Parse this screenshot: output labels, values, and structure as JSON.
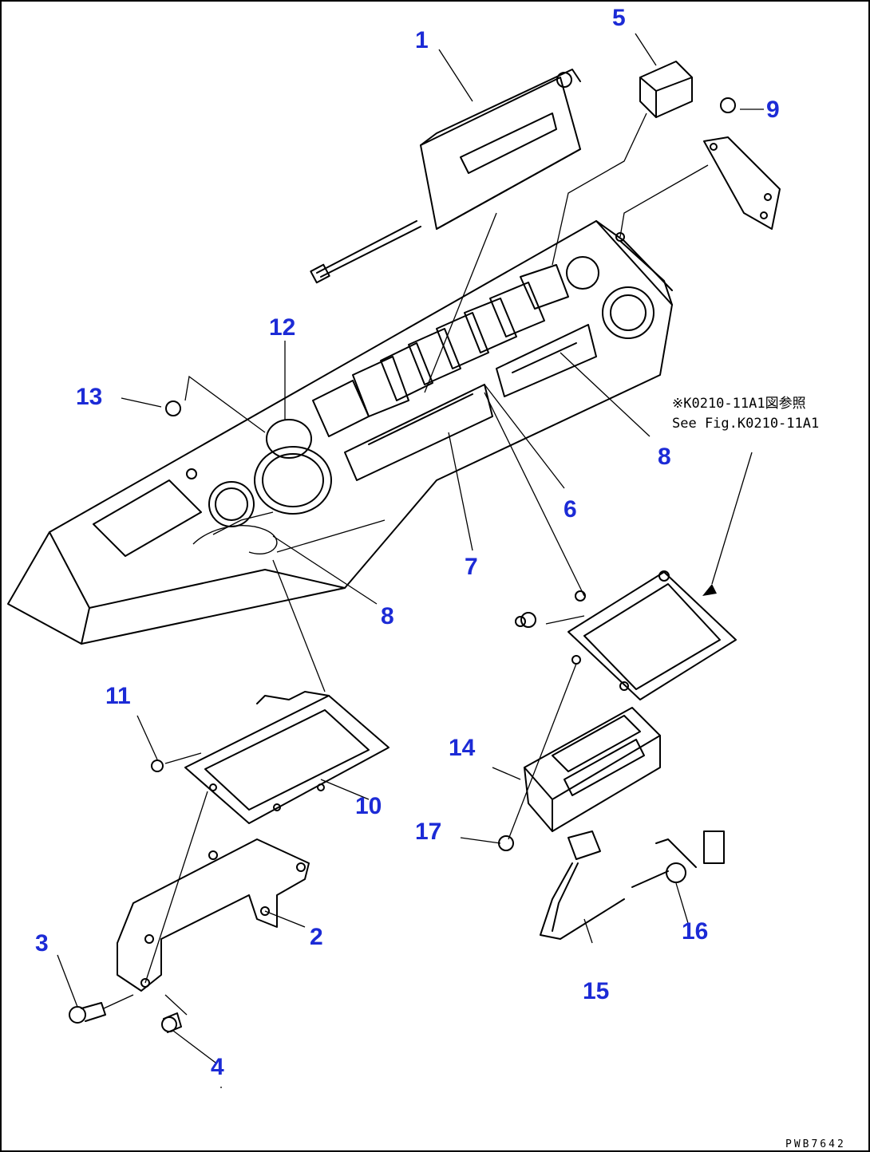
{
  "callouts": [
    {
      "id": "1",
      "label": "1"
    },
    {
      "id": "2",
      "label": "2"
    },
    {
      "id": "3",
      "label": "3"
    },
    {
      "id": "4",
      "label": "4"
    },
    {
      "id": "5",
      "label": "5"
    },
    {
      "id": "6",
      "label": "6"
    },
    {
      "id": "7",
      "label": "7"
    },
    {
      "id": "8a",
      "label": "8"
    },
    {
      "id": "8b",
      "label": "8"
    },
    {
      "id": "9",
      "label": "9"
    },
    {
      "id": "10",
      "label": "10"
    },
    {
      "id": "11",
      "label": "11"
    },
    {
      "id": "12",
      "label": "12"
    },
    {
      "id": "13",
      "label": "13"
    },
    {
      "id": "14",
      "label": "14"
    },
    {
      "id": "15",
      "label": "15"
    },
    {
      "id": "16",
      "label": "16"
    },
    {
      "id": "17",
      "label": "17"
    }
  ],
  "reference_note": {
    "line1": "※K0210-11A1図参照",
    "line2": "See Fig.K0210-11A1"
  },
  "drawing_code": "PWB7642",
  "colors": {
    "callout": "#1c2bd6",
    "line": "#000000",
    "background": "#ffffff"
  }
}
